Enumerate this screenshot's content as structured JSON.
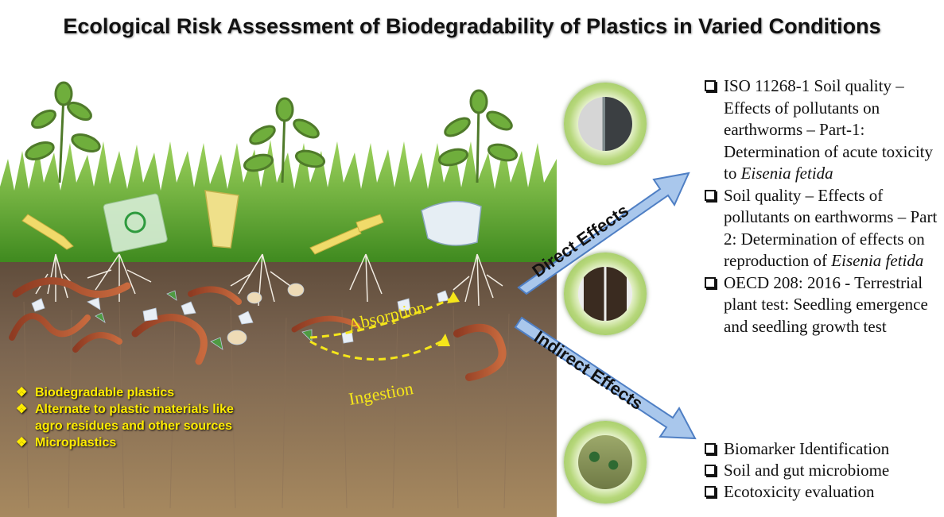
{
  "title": "Ecological Risk Assessment of Biodegradability of Plastics in Varied Conditions",
  "scene": {
    "absorption_label": "Absorption",
    "ingestion_label": "Ingestion",
    "legend_items": [
      "Biodegradable plastics",
      "Alternate to plastic materials like agro residues and other sources",
      "Microplastics"
    ]
  },
  "arrows": {
    "direct_label": "Direct Effects",
    "indirect_label": "Indirect Effects"
  },
  "direct_tests": [
    {
      "text": "ISO 11268-1 Soil quality – Effects of pollutants on earthworms – Part-1: Determination of acute toxicity to ",
      "species": "Eisenia fetida"
    },
    {
      "text": "Soil quality – Effects of pollutants on earthworms – Part 2: Determination of effects on reproduction of ",
      "species": "Eisenia fetida"
    },
    {
      "text": "OECD 208: 2016 - Terrestrial plant test: Seedling emergence and seedling growth test",
      "species": ""
    }
  ],
  "indirect_tests": [
    "Biomarker Identification",
    "Soil and gut microbiome",
    "Ecotoxicity evaluation"
  ],
  "colors": {
    "arrow_fill": "#a9c7ec",
    "arrow_edge": "#4f7fc4",
    "legend_text": "#ffec00",
    "label_yellow": "#f5e61a",
    "soil_top": "#6e5a45",
    "soil_bottom": "#9c7f5a",
    "grass": "#58a82a"
  }
}
